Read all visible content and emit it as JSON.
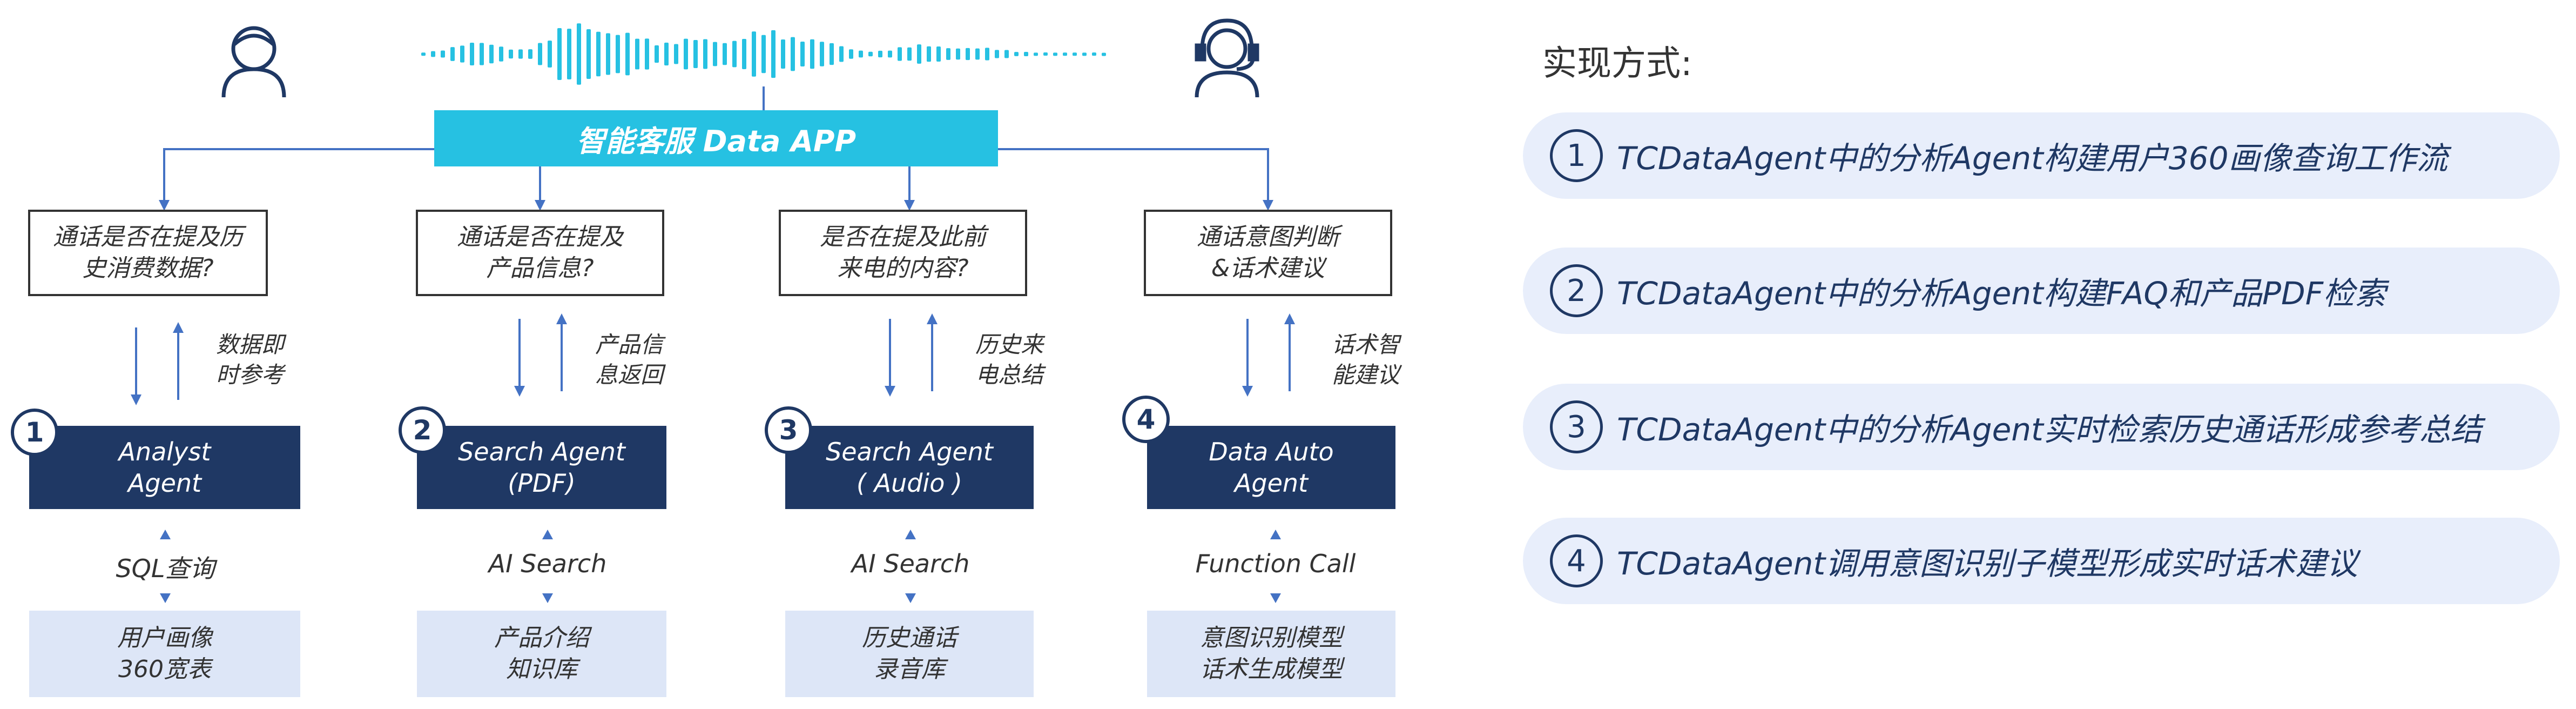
{
  "app_title": "智能客服 Data APP",
  "columns": [
    {
      "question": "通话是否在提及历\n史消费数据?",
      "side_label": "数据即\n时参考",
      "agent": "Analyst\nAgent",
      "badge": "1",
      "method": "SQL查询",
      "source": "用户画像\n360宽表"
    },
    {
      "question": "通话是否在提及\n产品信息?",
      "side_label": "产品信\n息返回",
      "agent": "Search Agent\n(PDF)",
      "badge": "2",
      "method": "AI Search",
      "source": "产品介绍\n知识库"
    },
    {
      "question": "是否在提及此前\n来电的内容?",
      "side_label": "历史来\n电总结",
      "agent": "Search Agent\n( Audio )",
      "badge": "3",
      "method": "AI Search",
      "source": "历史通话\n录音库"
    },
    {
      "question": "通话意图判断\n&话术建议",
      "side_label": "话术智\n能建议",
      "agent": "Data Auto\nAgent",
      "badge": "4",
      "method": "Function Call",
      "source": "意图识别模型\n话术生成模型"
    }
  ],
  "implementation": {
    "title": "实现方式:",
    "items": [
      {
        "num": "1",
        "text": "TCDataAgent中的分析Agent构建用户360画像查询工作流"
      },
      {
        "num": "2",
        "text": "TCDataAgent中的分析Agent构建FAQ和产品PDF检索"
      },
      {
        "num": "3",
        "text": "TCDataAgent中的分析Agent实时检索历史通话形成参考总结"
      },
      {
        "num": "4",
        "text": "TCDataAgent调用意图识别子模型形成实时话术建议"
      }
    ]
  },
  "icons": [
    "user-icon",
    "agent-headset-icon",
    "sound-wave-icon"
  ],
  "colors": {
    "accent": "#26c1e2",
    "agent_box": "#1f3864",
    "line": "#4472c4",
    "source_box": "#dde6f7",
    "pill": "#e8eefb"
  }
}
